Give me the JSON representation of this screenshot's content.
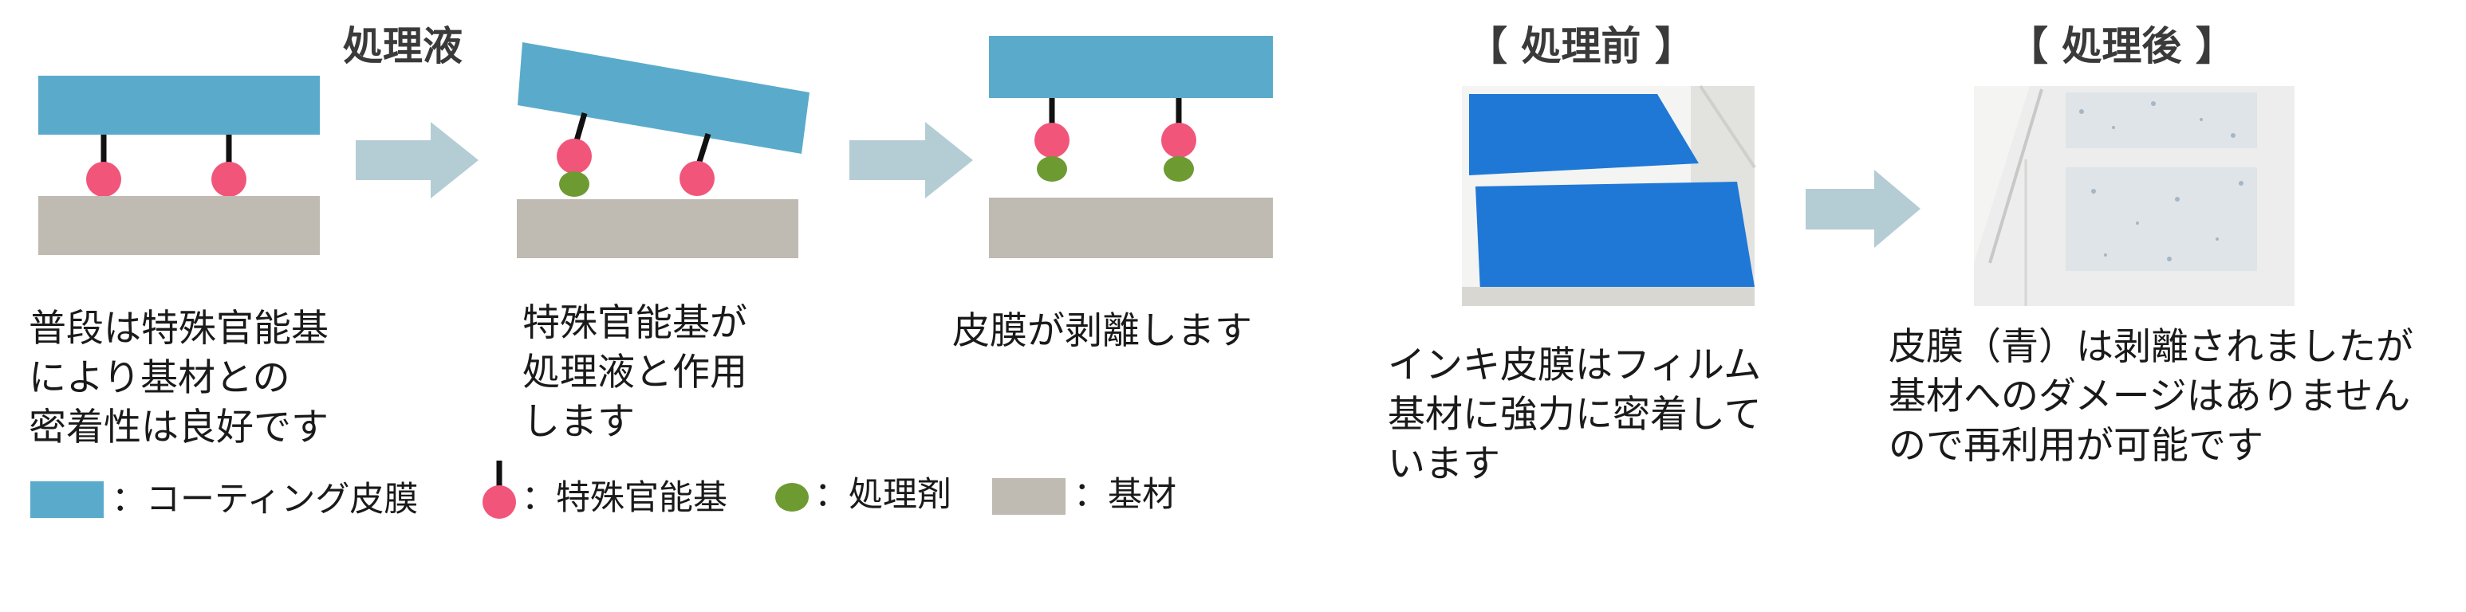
{
  "colors": {
    "film": "#5aabcb",
    "base": "#bfbab2",
    "group": "#f2557a",
    "agent": "#6e9a32",
    "arrow": "#b4cdd4",
    "panel_bg": "#f4f4f2",
    "panel_ink": "#1f78d6"
  },
  "left": {
    "title": "処理液",
    "step1_lines": [
      "普段は特殊官能基",
      "により基材との",
      "密着性は良好です"
    ],
    "step2_lines": [
      "特殊官能基が",
      "処理液と作用",
      "します"
    ],
    "step3_lines": [
      "皮膜が剥離します"
    ]
  },
  "legend": {
    "film": "：コーティング皮膜",
    "group": "：特殊官能基",
    "agent": "：処理剤",
    "base": "：基材"
  },
  "right": {
    "before_title": "【 処理前 】",
    "after_title": "【 処理後 】",
    "before_lines": [
      "インキ皮膜はフィルム",
      "基材に強力に密着して",
      "います"
    ],
    "after_lines": [
      "皮膜（青）は剥離されましたが",
      "基材へのダメージはありません",
      "ので再利用が可能です"
    ]
  }
}
